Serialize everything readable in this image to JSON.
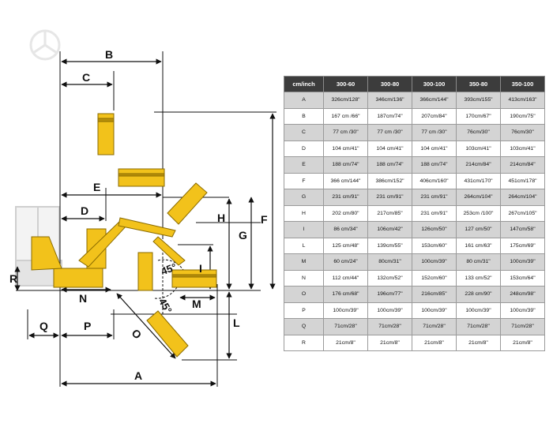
{
  "diagram": {
    "labels": {
      "A": "A",
      "B": "B",
      "C": "C",
      "D": "D",
      "E": "E",
      "F": "F",
      "G": "G",
      "H": "H",
      "I": "I",
      "L": "L",
      "M": "M",
      "N": "N",
      "O": "O",
      "P": "P",
      "Q": "Q",
      "R": "R"
    },
    "angle_1": "45°",
    "angle_2": "45°",
    "colors": {
      "machine": "#f2c21b",
      "machine_dark": "#b8900a",
      "tractor": "#e8e8e8",
      "dimension": "#111111"
    }
  },
  "table": {
    "header": [
      "cm/inch",
      "300-60",
      "300-80",
      "300-100",
      "350-80",
      "350-100"
    ],
    "rows": [
      [
        "A",
        "326cm/128\"",
        "346cm/136\"",
        "366cm/144\"",
        "393cm/155\"",
        "413cm/163\""
      ],
      [
        "B",
        "167 cm /66\"",
        "187cm/74\"",
        "207cm/84\"",
        "170cm/67\"",
        "190cm/75\""
      ],
      [
        "C",
        "77 cm /30\"",
        "77 cm /30\"",
        "77 cm /30\"",
        "76cm/30\"",
        "76cm/30\""
      ],
      [
        "D",
        "104 cm/41\"",
        "104 cm/41\"",
        "104 cm/41\"",
        "103cm/41\"",
        "103cm/41\""
      ],
      [
        "E",
        "188 cm/74\"",
        "188 cm/74\"",
        "188 cm/74\"",
        "214cm/84\"",
        "214cm/84\""
      ],
      [
        "F",
        "366 cm/144\"",
        "386cm/152\"",
        "406cm/160\"",
        "431cm/170\"",
        "451cm/178\""
      ],
      [
        "G",
        "231 cm/91\"",
        "231 cm/91\"",
        "231 cm/91\"",
        "264cm/104\"",
        "264cm/104\""
      ],
      [
        "H",
        "202 cm/80\"",
        "217cm/85\"",
        "231 cm/91\"",
        "253cm /100\"",
        "267cm/105\""
      ],
      [
        "I",
        "86 cm/34\"",
        "106cm/42\"",
        "126cm/50\"",
        "127 cm/50\"",
        "147cm/58\""
      ],
      [
        "L",
        "125 cm/48\"",
        "139cm/55\"",
        "153cm/60\"",
        "161 cm/63\"",
        "175cm/69\""
      ],
      [
        "M",
        "60 cm/24\"",
        "80cm/31\"",
        "100cm/39\"",
        "80 cm/31\"",
        "100cm/39\""
      ],
      [
        "N",
        "112 cm/44\"",
        "132cm/52\"",
        "152cm/60\"",
        "133 cm/52\"",
        "153cm/64\""
      ],
      [
        "O",
        "176 cm/68\"",
        "196cm/77\"",
        "216cm/85\"",
        "228 cm/90\"",
        "248cm/98\""
      ],
      [
        "P",
        "100cm/39\"",
        "100cm/39\"",
        "100cm/39\"",
        "100cm/39\"",
        "100cm/39\""
      ],
      [
        "Q",
        "71cm/28\"",
        "71cm/28\"",
        "71cm/28\"",
        "71cm/28\"",
        "71cm/28\""
      ],
      [
        "R",
        "21cm/8\"",
        "21cm/8\"",
        "21cm/8\"",
        "21cm/8\"",
        "21cm/8\""
      ]
    ]
  }
}
